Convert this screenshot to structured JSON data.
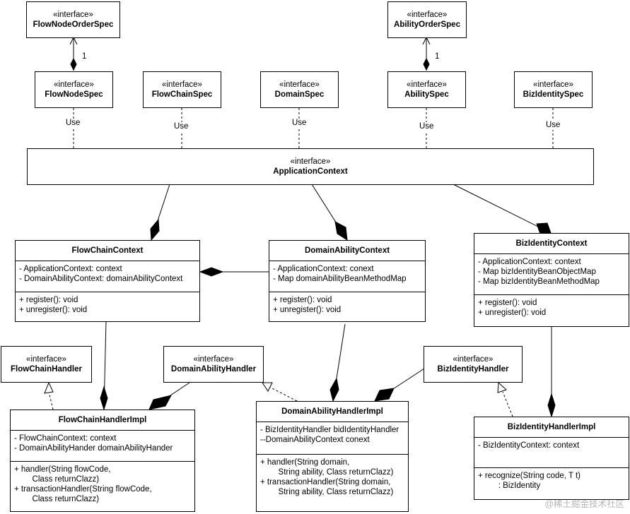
{
  "stereotype": "«interface»",
  "interfaces": {
    "flow_node_order_spec": "FlowNodeOrderSpec",
    "ability_order_spec": "AbilityOrderSpec",
    "flow_node_spec": "FlowNodeSpec",
    "flow_chain_spec": "FlowChainSpec",
    "domain_spec": "DomainSpec",
    "ability_spec": "AbilitySpec",
    "biz_identity_spec": "BizIdentitySpec",
    "application_context": "ApplicationContext",
    "flow_chain_handler": "FlowChainHandler",
    "domain_ability_handler": "DomainAbilityHandler",
    "biz_identity_handler": "BizIdentityHandler"
  },
  "classes": {
    "flow_chain_context": {
      "name": "FlowChainContext",
      "attributes": [
        "- ApplicationContext: context",
        "- DomainAbilityContext: domainAbilityContext"
      ],
      "methods": [
        "+ register(): void",
        "+ unregister(): void"
      ]
    },
    "domain_ability_context": {
      "name": "DomainAbilityContext",
      "attributes": [
        "- ApplicationContext: conext",
        "- Map domainAbilityBeanMethodMap"
      ],
      "methods": [
        "+ register(): void",
        "+ unregister(): void"
      ]
    },
    "biz_identity_context": {
      "name": "BizIdentityContext",
      "attributes": [
        "- ApplicationContext: context",
        "- Map bizIdentityBeanObjectMap",
        "- Map bizIdentityBeanMethodMap"
      ],
      "methods": [
        "+ register(): void",
        "+ unregister(): void"
      ]
    },
    "flow_chain_handler_impl": {
      "name": "FlowChainHandlerImpl",
      "attributes": [
        "- FlowChainContext: context",
        "- DomainAbilityHander domainAbilityHander"
      ],
      "methods": [
        "+ handler(String flowCode,",
        "        Class returnClazz)",
        "+ transactionHandler(String flowCode,",
        "        Class returnClazz)"
      ]
    },
    "domain_ability_handler_impl": {
      "name": "DomainAbilityHandlerImpl",
      "attributes": [
        "- BizIdentityHandler bidIdentityHandler",
        "--DomainAbilityContext conext"
      ],
      "methods": [
        "+ handler(String domain,",
        "        String ability, Class returnClazz)",
        "+ transactionHandler(String domain,",
        "        String ability, Class returnClazz)"
      ]
    },
    "biz_identity_handler_impl": {
      "name": "BizIdentityHandlerImpl",
      "attributes": [
        "- BizIdentityContext: context"
      ],
      "methods": [
        "+ recognize(String code, T t)",
        "         : BizIdentity"
      ]
    }
  },
  "labels": {
    "use": "Use",
    "multiplicity_one": "1"
  },
  "watermark": "@稀土掘金技术社区"
}
